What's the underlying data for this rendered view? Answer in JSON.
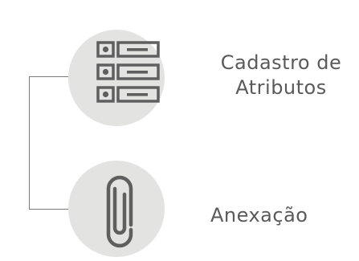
{
  "items": [
    {
      "id": "cadastro",
      "label_line1": "Cadastro de",
      "label_line2": "Atributos",
      "icon": "form-fields-icon"
    },
    {
      "id": "anexacao",
      "label": "Anexação",
      "icon": "paperclip-icon"
    }
  ],
  "colors": {
    "circle": "#e3e3e2",
    "icon": "#5f5f5f",
    "text": "#5a5a5a",
    "line": "#7a7a7a"
  }
}
